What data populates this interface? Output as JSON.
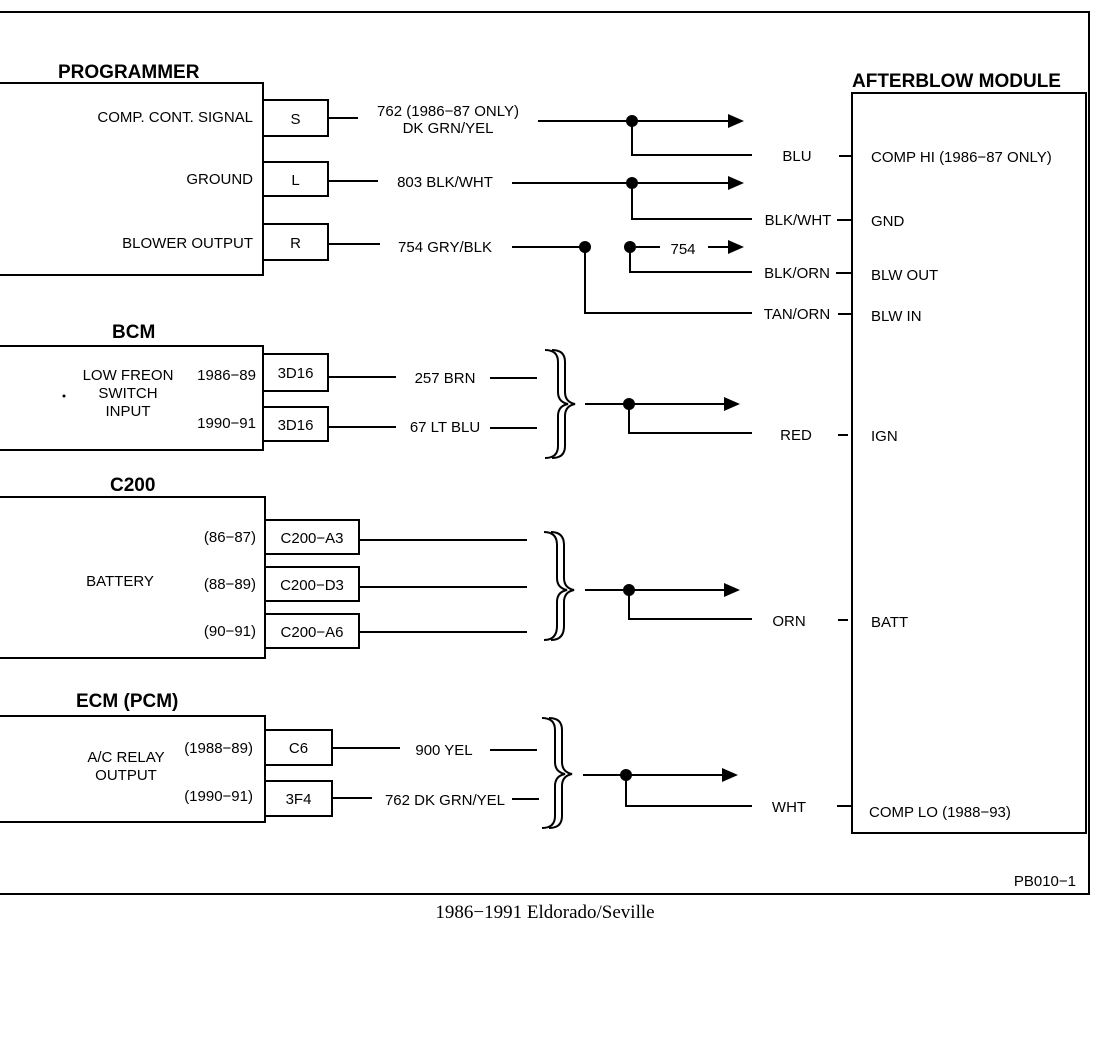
{
  "diagram": {
    "caption": "1986−1991 Eldorado/Seville",
    "ref_code": "PB010−1",
    "programmer": {
      "title": "PROGRAMMER",
      "rows": [
        {
          "label": "COMP. CONT. SIGNAL",
          "pin": "S",
          "wire1": "762 (1986−87 ONLY)",
          "wire2": "DK GRN/YEL"
        },
        {
          "label": "GROUND",
          "pin": "L",
          "wire1": "803 BLK/WHT"
        },
        {
          "label": "BLOWER OUTPUT",
          "pin": "R",
          "wire1": "754 GRY/BLK"
        }
      ],
      "branch_label": "754"
    },
    "bcm": {
      "title": "BCM",
      "label_lines": [
        "LOW FREON",
        "SWITCH",
        "INPUT"
      ],
      "rows": [
        {
          "years": "1986−89",
          "pin": "3D16",
          "wire": "257 BRN"
        },
        {
          "years": "1990−91",
          "pin": "3D16",
          "wire": "67 LT BLU"
        }
      ]
    },
    "c200": {
      "title": "C200",
      "label": "BATTERY",
      "rows": [
        {
          "years": "(86−87)",
          "pin": "C200−A3"
        },
        {
          "years": "(88−89)",
          "pin": "C200−D3"
        },
        {
          "years": "(90−91)",
          "pin": "C200−A6"
        }
      ]
    },
    "ecm": {
      "title": "ECM (PCM)",
      "label_line1": "A/C   RELAY",
      "label_line2": "OUTPUT",
      "rows": [
        {
          "years": "(1988−89)",
          "pin": "C6",
          "wire": "900 YEL"
        },
        {
          "years": "(1990−91)",
          "pin": "3F4",
          "wire": "762 DK GRN/YEL"
        }
      ]
    },
    "afterblow": {
      "title": "AFTERBLOW MODULE",
      "wires": [
        {
          "color": "BLU",
          "terminal": "COMP HI (1986−87 ONLY)"
        },
        {
          "color": "BLK/WHT",
          "terminal": "GND"
        },
        {
          "color": "BLK/ORN",
          "terminal": "BLW OUT"
        },
        {
          "color": "TAN/ORN",
          "terminal": "BLW IN"
        },
        {
          "color": "RED",
          "terminal": "IGN"
        },
        {
          "color": "ORN",
          "terminal": "BATT"
        },
        {
          "color": "WHT",
          "terminal": "COMP LO (1988−93)"
        }
      ]
    }
  }
}
